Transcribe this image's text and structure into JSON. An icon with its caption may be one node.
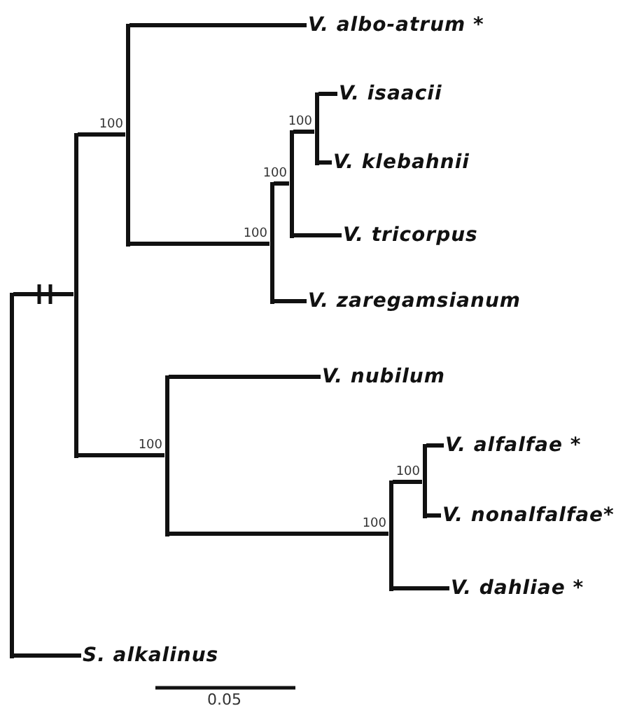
{
  "diagram": {
    "nodes": [
      {
        "text": [
          "V. albo-atrum *"
        ]
      },
      {
        "text": [
          "V. isaacii"
        ]
      },
      {
        "text": [
          "V. klebahnii"
        ]
      },
      {
        "text": [
          "V. tricorpus"
        ]
      },
      {
        "text": [
          "V. zaregamsianum"
        ]
      },
      {
        "text": [
          "V. nubilum"
        ]
      },
      {
        "text": [
          "V. alfalfae *"
        ]
      },
      {
        "text": [
          "V. nonalfalfae*"
        ]
      },
      {
        "text": [
          "V. dahliae *"
        ]
      },
      {
        "text": [
          "S. alkalinus"
        ]
      },
      {
        "text": [],
        "shape": "bar"
      },
      {
        "text": [],
        "shape": "bar"
      },
      {
        "text": [],
        "shape": "bar",
        "beside": [
          "100"
        ]
      },
      {
        "text": [],
        "shape": "bar",
        "beside": [
          "100"
        ]
      },
      {
        "text": [],
        "shape": "bar",
        "beside": [
          "100"
        ]
      },
      {
        "text": [],
        "shape": "bar",
        "beside": [
          "100"
        ]
      },
      {
        "text": [],
        "shape": "bar",
        "beside": [
          "100"
        ]
      },
      {
        "text": [],
        "shape": "bar",
        "beside": [
          "100"
        ]
      },
      {
        "text": [],
        "shape": "bar",
        "beside": [
          "100"
        ]
      }
    ],
    "edges": [
      {
        "from": 10,
        "to": 11,
        "arrow": "none"
      },
      {
        "from": 10,
        "to": 9,
        "arrow": "none"
      },
      {
        "from": 11,
        "to": 12,
        "arrow": "none"
      },
      {
        "from": 11,
        "to": 16,
        "arrow": "none"
      },
      {
        "from": 12,
        "to": 0,
        "arrow": "none"
      },
      {
        "from": 12,
        "to": 13,
        "arrow": "none"
      },
      {
        "from": 13,
        "to": 14,
        "arrow": "none"
      },
      {
        "from": 13,
        "to": 4,
        "arrow": "none"
      },
      {
        "from": 14,
        "to": 15,
        "arrow": "none"
      },
      {
        "from": 14,
        "to": 3,
        "arrow": "none"
      },
      {
        "from": 15,
        "to": 1,
        "arrow": "none"
      },
      {
        "from": 15,
        "to": 2,
        "arrow": "none"
      },
      {
        "from": 16,
        "to": 5,
        "arrow": "none"
      },
      {
        "from": 16,
        "to": 17,
        "arrow": "none"
      },
      {
        "from": 17,
        "to": 18,
        "arrow": "none"
      },
      {
        "from": 17,
        "to": 8,
        "arrow": "none"
      },
      {
        "from": 18,
        "to": 6,
        "arrow": "none"
      },
      {
        "from": 18,
        "to": 7,
        "arrow": "none"
      }
    ],
    "labels": [
      "0.05"
    ]
  }
}
